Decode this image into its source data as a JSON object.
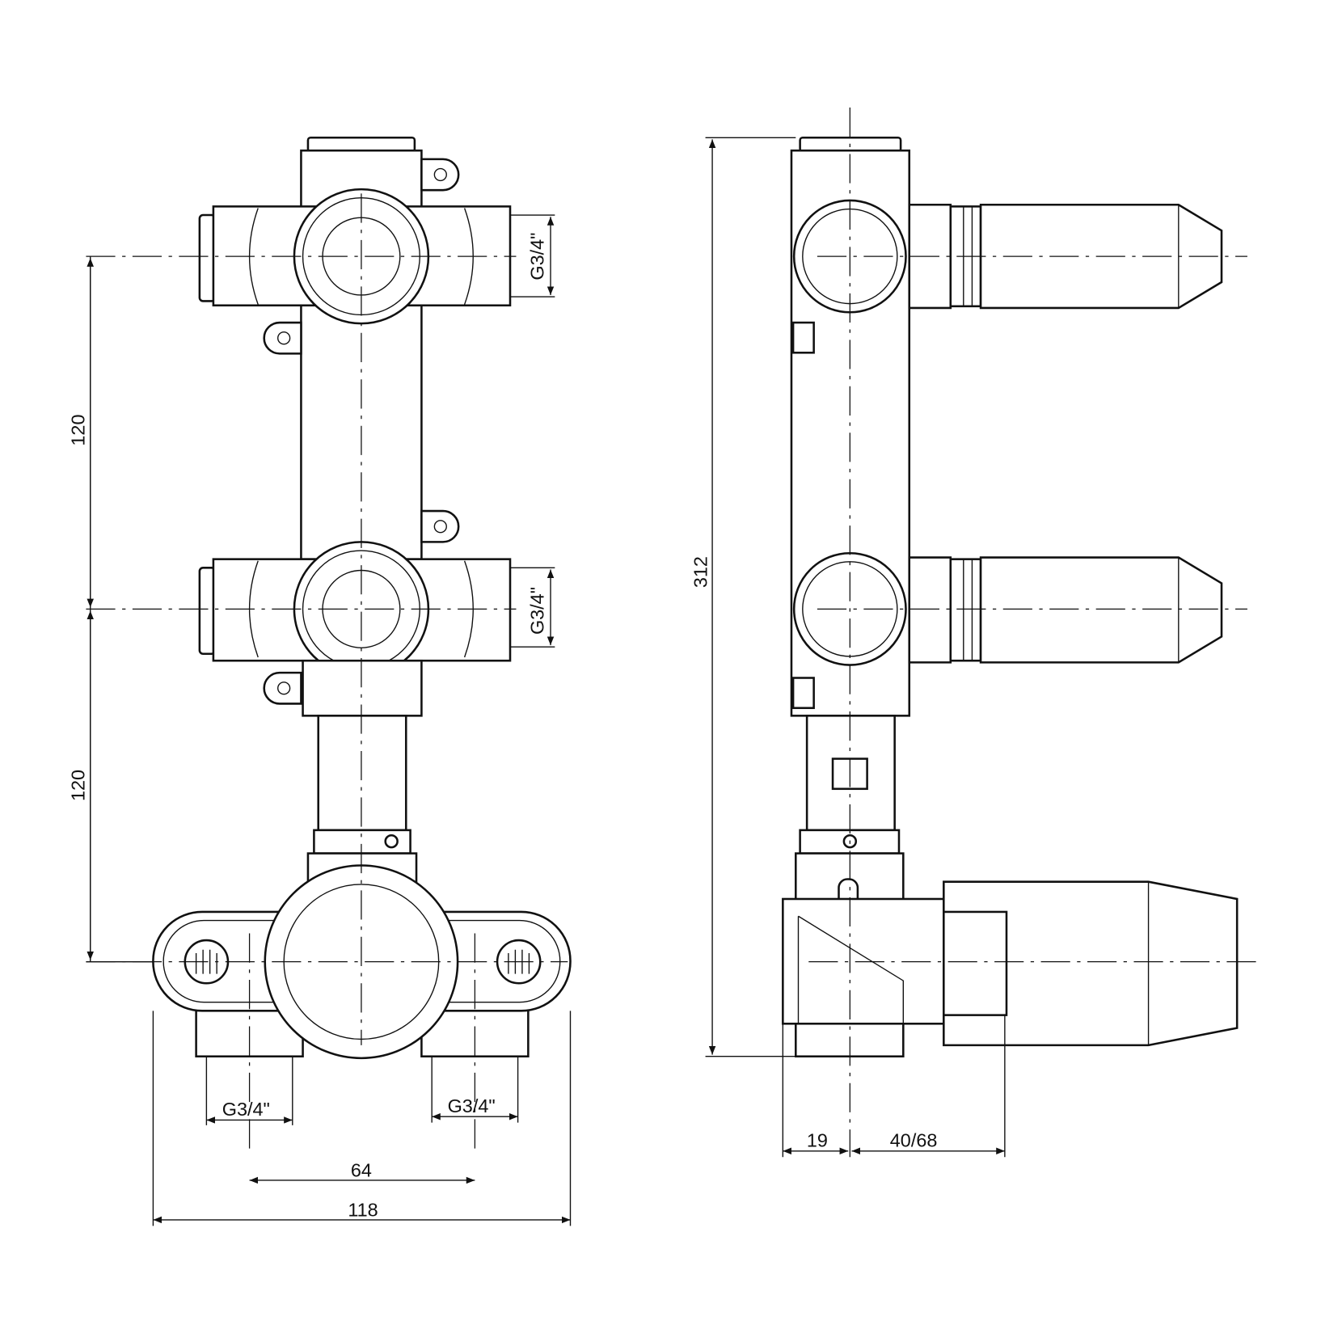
{
  "dimensions": {
    "front_spacing_upper": "120",
    "front_spacing_lower": "120",
    "front_port_top": "G3/4\"",
    "front_port_middle": "G3/4\"",
    "bottom_outlet_left": "G3/4\"",
    "bottom_outlet_right": "G3/4\"",
    "outlet_spacing": "64",
    "overall_width": "118",
    "overall_height": "312",
    "wall_depth": "19",
    "projection": "40/68"
  }
}
